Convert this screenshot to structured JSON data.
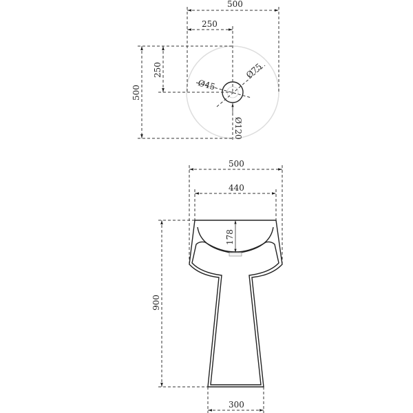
{
  "top_view": {
    "width_label": "500",
    "half_width_label": "250",
    "depth_label": "500",
    "half_depth_label": "250",
    "drain_diameter_label": "Ø45",
    "drain_outer_diameter_label": "Ø75",
    "bowl_diameter_label": "Ø120"
  },
  "front_view": {
    "outer_width_label": "500",
    "rim_width_label": "440",
    "basin_depth_label": "178",
    "height_label": "900",
    "base_width_label": "300"
  }
}
